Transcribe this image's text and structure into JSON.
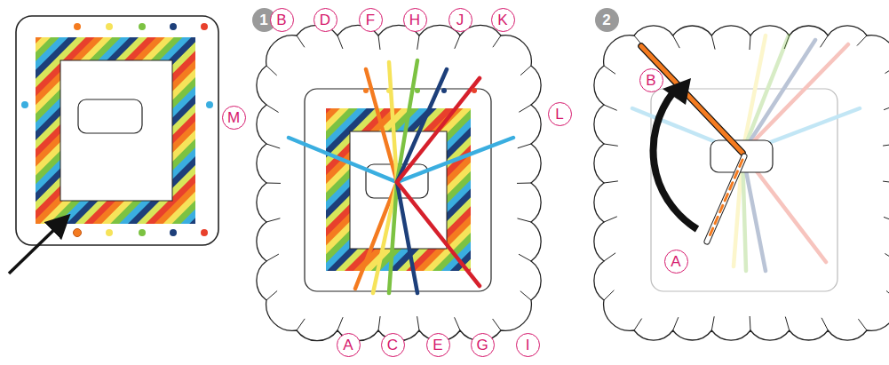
{
  "diagram": {
    "nodes": [
      {
        "text": [
          "1"
        ]
      },
      {
        "text": [
          "B"
        ]
      },
      {
        "text": [
          "D"
        ]
      },
      {
        "text": [
          "F"
        ]
      },
      {
        "text": [
          "H"
        ]
      },
      {
        "text": [
          "J"
        ]
      },
      {
        "text": [
          "K"
        ]
      },
      {
        "text": [
          "M"
        ]
      },
      {
        "text": [
          "L"
        ]
      },
      {
        "text": [
          "A"
        ]
      },
      {
        "text": [
          "C"
        ]
      },
      {
        "text": [
          "E"
        ]
      },
      {
        "text": [
          "G"
        ]
      },
      {
        "text": [
          "I"
        ]
      },
      {
        "text": [
          "2"
        ]
      },
      {
        "text": [
          "B"
        ]
      },
      {
        "text": [
          "A"
        ]
      }
    ]
  }
}
